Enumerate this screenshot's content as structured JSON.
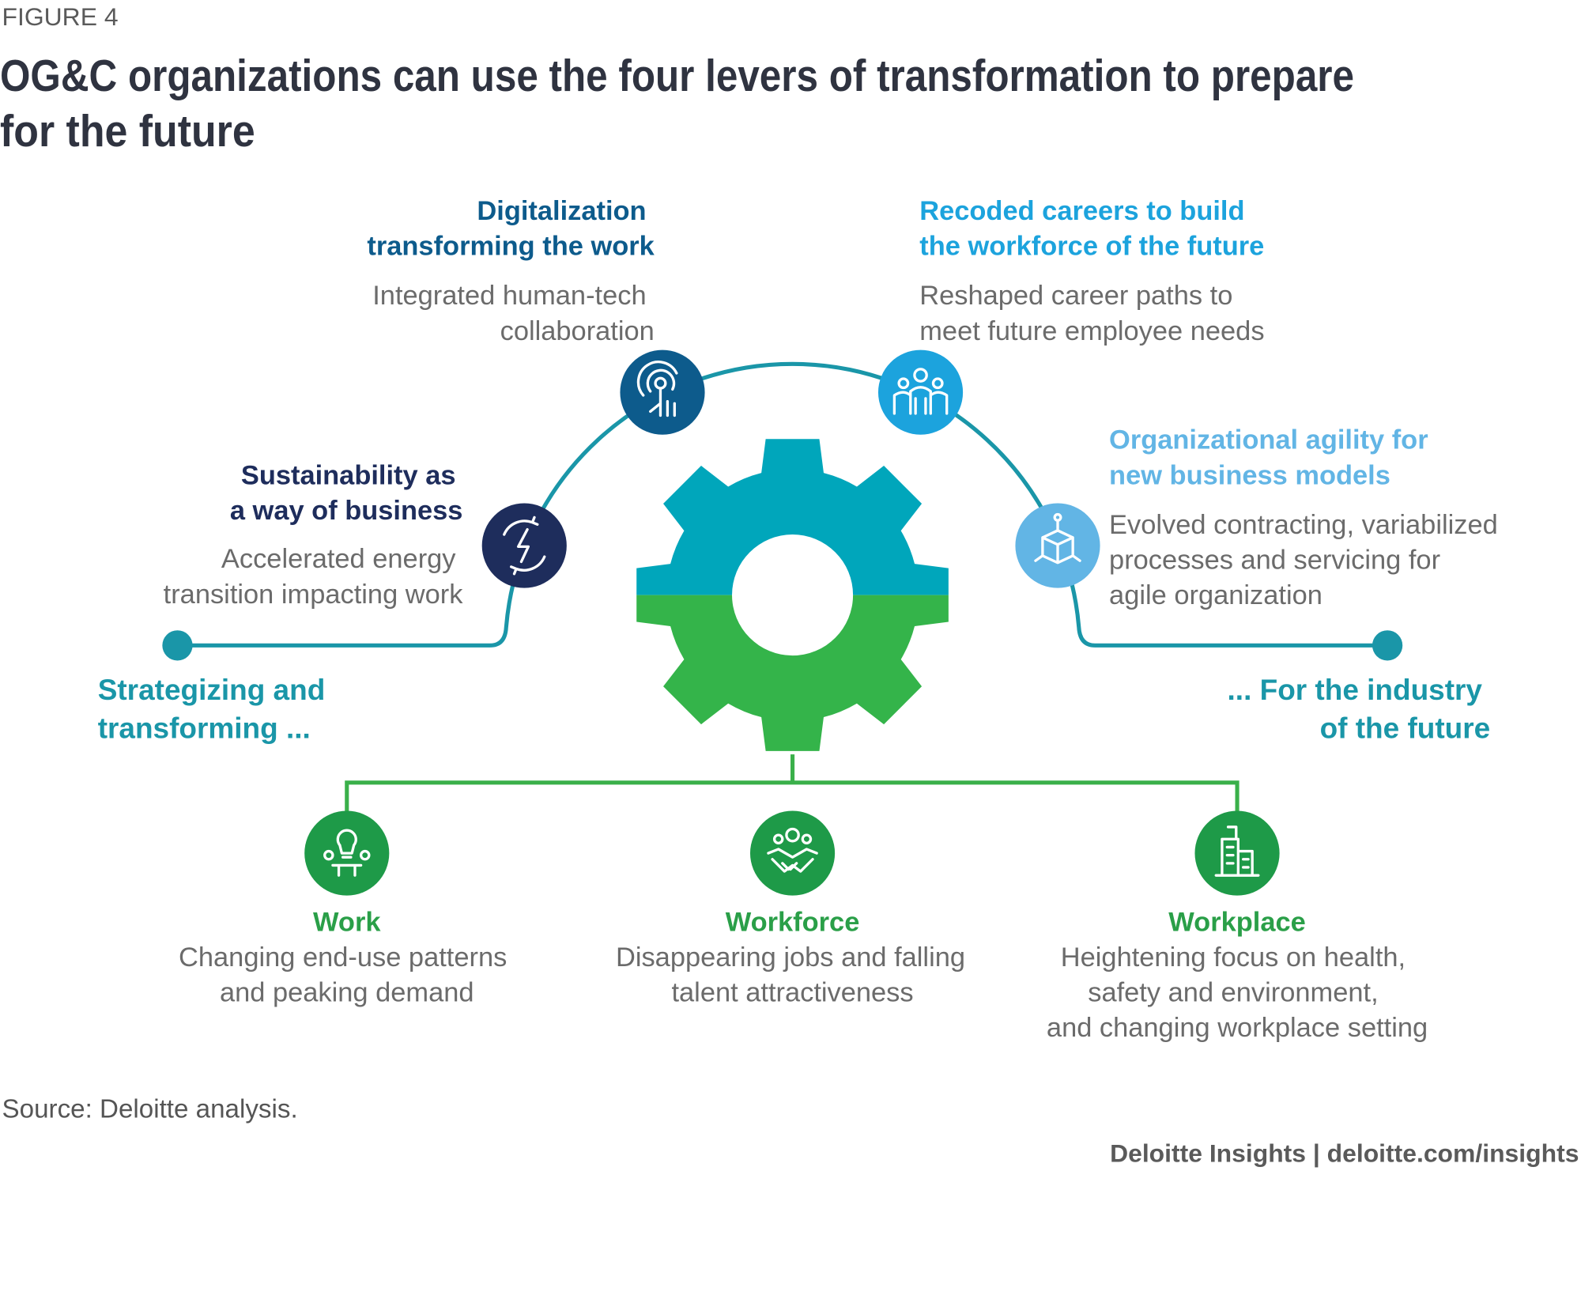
{
  "figure_label": "FIGURE 4",
  "title": [
    "OG&C organizations can use the four levers of transformation to prepare",
    "for the future"
  ],
  "levers": {
    "sustainability": {
      "heading": [
        "Sustainability as",
        "a way of business"
      ],
      "body": [
        "Accelerated energy",
        "transition impacting work"
      ],
      "icon": "energy-cycle-icon",
      "color": "#1e2d5c"
    },
    "digitalization": {
      "heading": [
        "Digitalization",
        "transforming the work"
      ],
      "body": [
        "Integrated human-tech",
        "collaboration"
      ],
      "icon": "touch-tech-icon",
      "color": "#0d5b8c"
    },
    "recoded_careers": {
      "heading": [
        "Recoded careers to build",
        "the workforce of the future"
      ],
      "body": [
        "Reshaped career paths to",
        "meet future employee needs"
      ],
      "icon": "people-group-icon",
      "color": "#1ca3dd"
    },
    "agility": {
      "heading": [
        "Organizational agility for",
        "new business models"
      ],
      "body": [
        "Evolved contracting, variabilized",
        "processes and servicing for",
        "agile organization"
      ],
      "icon": "cube-network-icon",
      "color": "#62b5e5"
    }
  },
  "left_label": [
    "Strategizing and",
    "transforming ..."
  ],
  "right_label": [
    "... For the industry",
    "of the future"
  ],
  "drivers": [
    {
      "heading": "Work",
      "body": [
        "Changing end-use patterns",
        "and peaking demand"
      ],
      "icon": "lightbulb-people-icon"
    },
    {
      "heading": "Workforce",
      "body": [
        "Disappearing jobs and falling",
        "talent attractiveness"
      ],
      "icon": "handshake-icon"
    },
    {
      "heading": "Workplace",
      "body": [
        "Heightening focus on health,",
        "safety and environment,",
        "and changing workplace setting"
      ],
      "icon": "buildings-icon"
    }
  ],
  "colors": {
    "teal": "#1a96a8",
    "gear_top": "#00a6bb",
    "gear_bottom": "#34b44a",
    "green": "#2a9f48",
    "green_text": "#2a9f48"
  },
  "source": "Source: Deloitte analysis.",
  "brand": "Deloitte Insights | deloitte.com/insights"
}
